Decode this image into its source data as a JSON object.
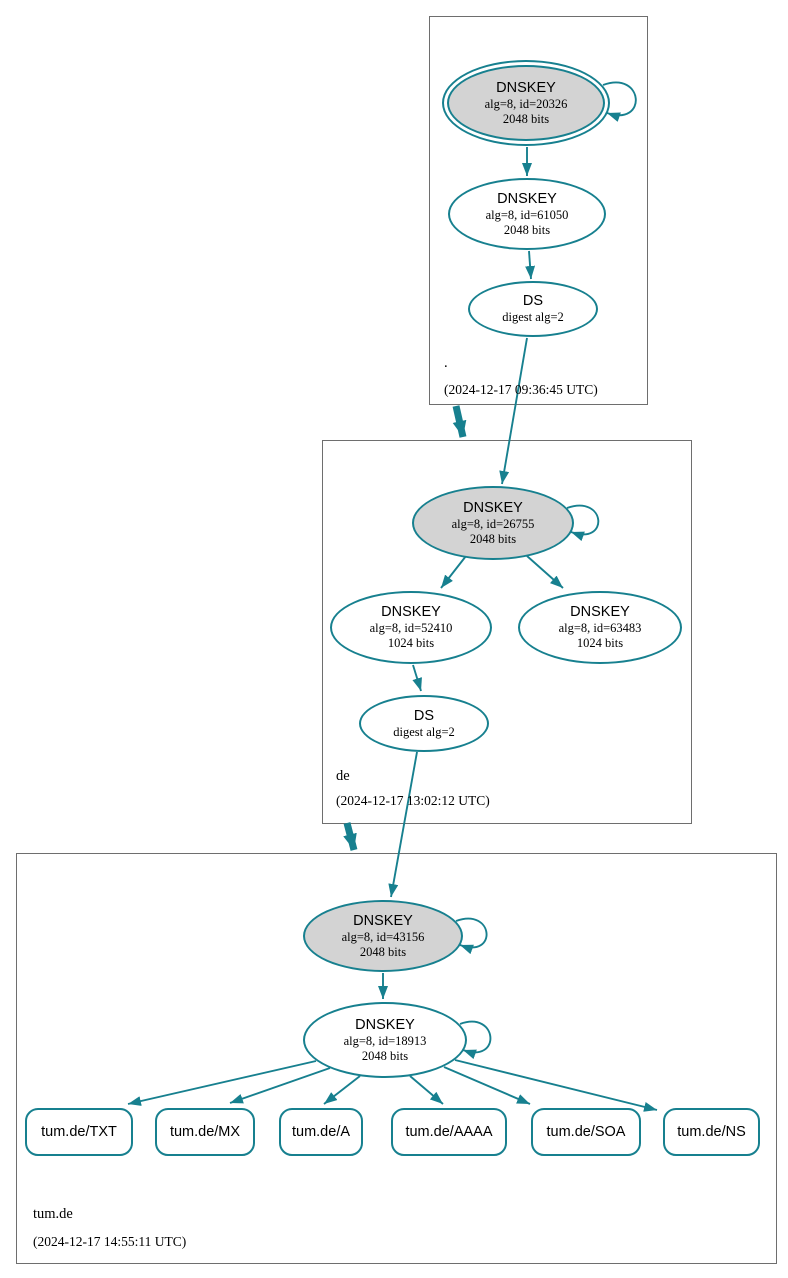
{
  "colors": {
    "edge": "#17808f",
    "node-fill": "#d3d3d3",
    "box-border": "#6e6e6e",
    "background": "#ffffff",
    "text": "#000000"
  },
  "zones": [
    {
      "name": ".",
      "timestamp": "(2024-12-17 09:36:45 UTC)",
      "nodes": {
        "ksk": {
          "title": "DNSKEY",
          "sub1": "alg=8, id=20326",
          "sub2": "2048 bits"
        },
        "zsk": {
          "title": "DNSKEY",
          "sub1": "alg=8, id=61050",
          "sub2": "2048 bits"
        },
        "ds": {
          "title": "DS",
          "sub1": "digest alg=2"
        }
      }
    },
    {
      "name": "de",
      "timestamp": "(2024-12-17 13:02:12 UTC)",
      "nodes": {
        "ksk": {
          "title": "DNSKEY",
          "sub1": "alg=8, id=26755",
          "sub2": "2048 bits"
        },
        "zsk1": {
          "title": "DNSKEY",
          "sub1": "alg=8, id=52410",
          "sub2": "1024 bits"
        },
        "zsk2": {
          "title": "DNSKEY",
          "sub1": "alg=8, id=63483",
          "sub2": "1024 bits"
        },
        "ds": {
          "title": "DS",
          "sub1": "digest alg=2"
        }
      }
    },
    {
      "name": "tum.de",
      "timestamp": "(2024-12-17 14:55:11 UTC)",
      "nodes": {
        "ksk": {
          "title": "DNSKEY",
          "sub1": "alg=8, id=43156",
          "sub2": "2048 bits"
        },
        "zsk": {
          "title": "DNSKEY",
          "sub1": "alg=8, id=18913",
          "sub2": "2048 bits"
        }
      },
      "rrsets": [
        "tum.de/TXT",
        "tum.de/MX",
        "tum.de/A",
        "tum.de/AAAA",
        "tum.de/SOA",
        "tum.de/NS"
      ]
    }
  ]
}
